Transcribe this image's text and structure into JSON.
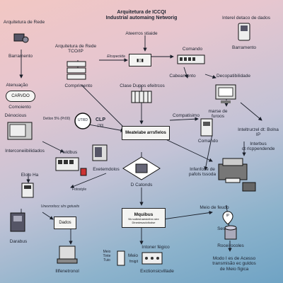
{
  "diagram": {
    "title_line1": "Arquitetura de ICCQI",
    "title_line2": "Industrial automaing Networig",
    "center_top_label": "Ateerros stiaide",
    "top_left_title": "Arquitetura de Rede",
    "top_left_sub": "Barramento",
    "top_right_title": "Interel detaco de dados",
    "top_right_sub": "Barramento",
    "left_mid_title_1": "Arquitetura de Rede",
    "left_mid_title_2": "TCO/IP",
    "edge_label_top": "Elcopeciida",
    "comando_top": "Comando",
    "atenuacao": "Atenuação",
    "cabo_label": "CARVDO",
    "comprimento_left": "Comprimento",
    "comprimento_under": "Comoiento",
    "cabeamento": "Cabeamento",
    "decopatibilidade": "Decopatibilidade",
    "dispositivos": "Clase Dupos efeitrcos",
    "denocious": "Dénocious",
    "detlon": "Detlon 5% (Pr00)",
    "utrd": "UTRD",
    "clp_title": "CLP",
    "clp_sub": "(30)",
    "center_box": "Meatelabe arrsfielos",
    "compatisimo": "Compatisimo",
    "marse_1": "marse de",
    "marse_2": "furoos",
    "interconnectivity": "Interconeiibilidados",
    "fieldbus": "Fieldbus",
    "comando_mid": "Comando",
    "intelatural_1": "Inteltrurzel dt: Bolna",
    "intelatural_2": "IP",
    "interbus_1": "Interbus",
    "interbus_2": "ot rlcppendende",
    "elolo": "Elolo Ha",
    "exetemdolos": "Exetemdolos",
    "infenfose_1": "Infenfose de",
    "infenfose_2": "pafols tssoda",
    "fotostyle": "Fotostyle",
    "d_connects": "D Catonds",
    "unexpected_label": "Unexrorlocc slrs gotusits",
    "modbus_title": "Mquibus",
    "modbus_lines": [
      "Nt:nodteshaestcthm stre",
      "Dtnedesaclotlodse"
    ],
    "dados": "Dados",
    "meio_label": "Meio de feudo",
    "ip_label": "IP",
    "sesicious": "Sesicious",
    "darabus": "Darabus",
    "meio_tipo_1": "Meio",
    "meio_tipo_2": "Tinte",
    "meio_tipo_3": "Tuio",
    "meio_left": "Meio",
    "fmgit": "fmigit",
    "intoner_fisico": "Intoner fégico",
    "rocerocoles": "Roceirocoles",
    "ilfenetronol": "Illfenetronol",
    "exctions": "Exctionsicvillade",
    "modo_1": "Modo I es de Acesso",
    "modo_2": "transmisão ec guldos",
    "modo_3": "de Meio fígica"
  }
}
